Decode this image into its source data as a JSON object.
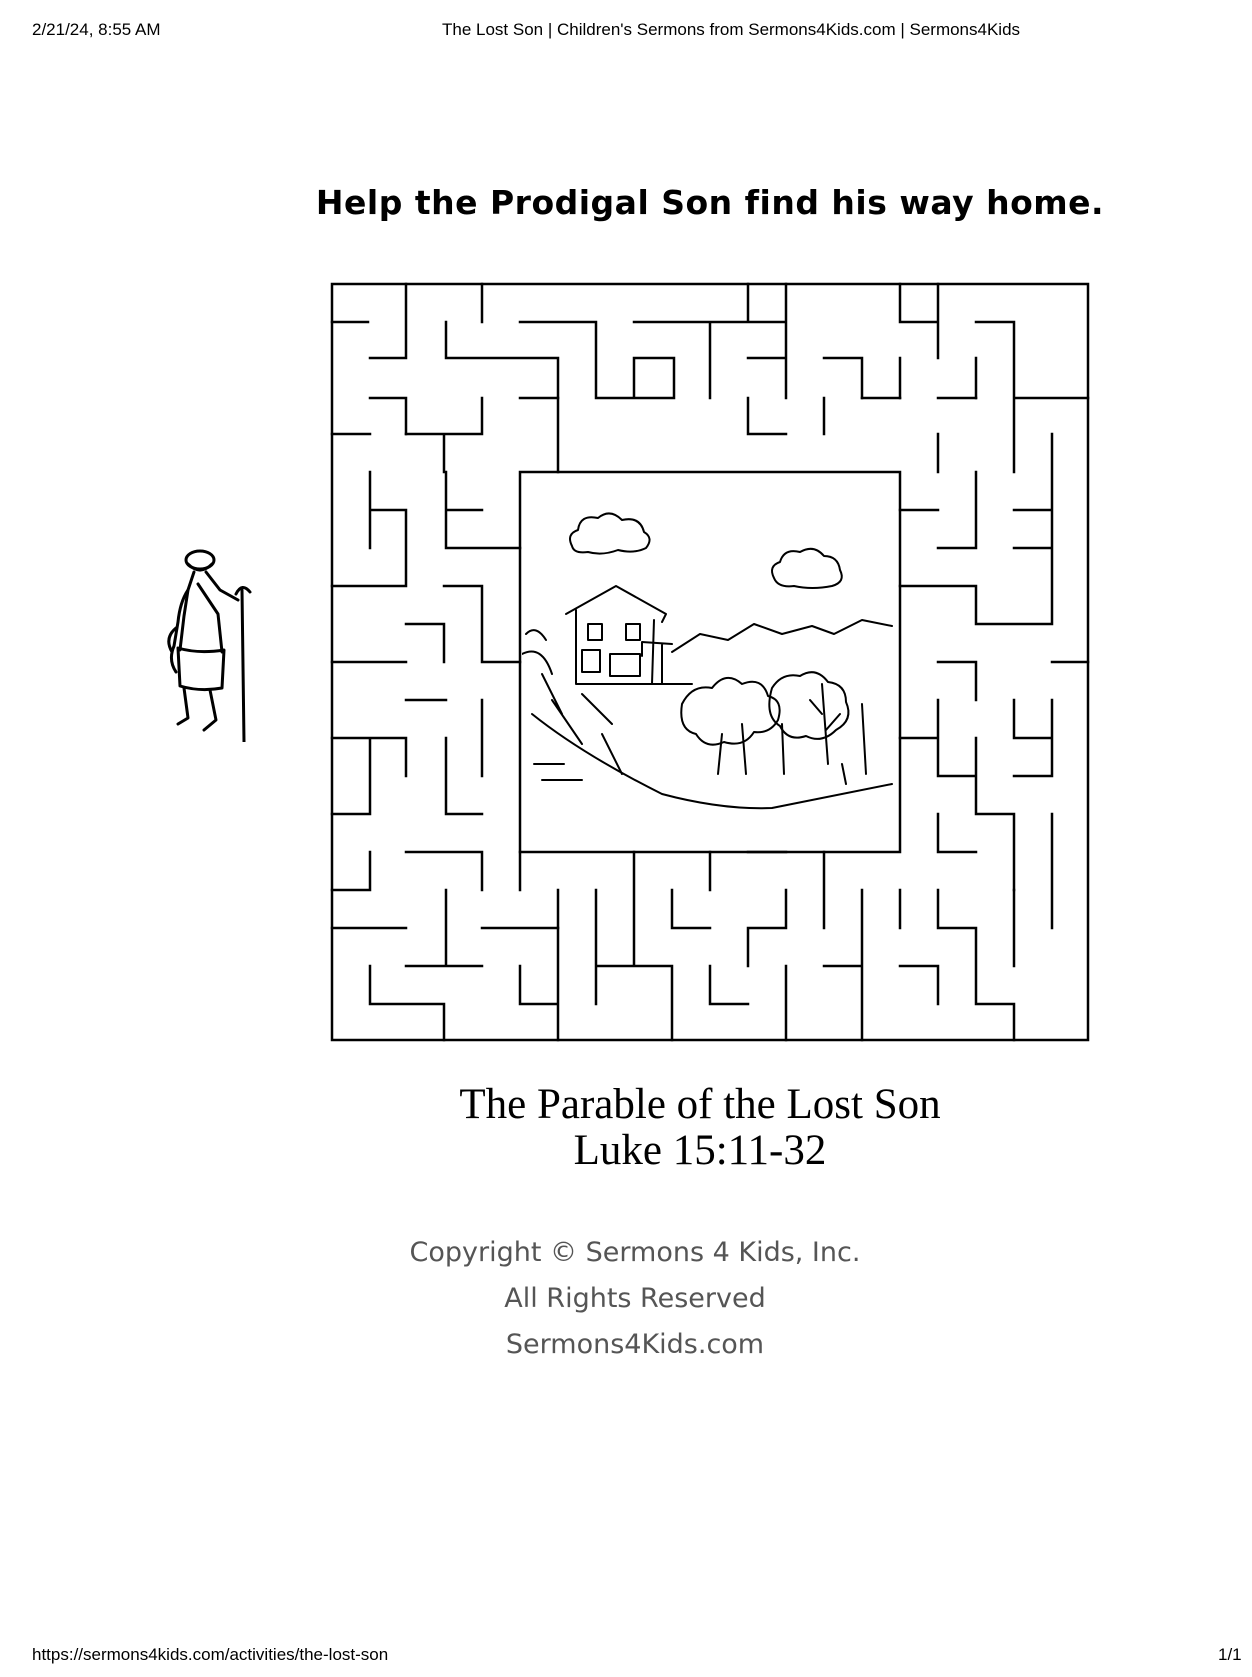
{
  "print_header": {
    "datetime": "2/21/24, 8:55 AM",
    "title": "The Lost Son | Children's Sermons from Sermons4Kids.com | Sermons4Kids"
  },
  "worksheet": {
    "instruction": "Help the Prodigal Son find his way home.",
    "scripture_title": "The Parable of the Lost Son",
    "scripture_ref": "Luke 15:11-32",
    "copyright": [
      "Copyright © Sermons 4 Kids, Inc.",
      "All Rights Reserved",
      "Sermons4Kids.com"
    ],
    "icons": [
      "prodigal-son-figure",
      "home-landscape-picture",
      "maze"
    ]
  },
  "print_footer": {
    "url": "https://sermons4kids.com/activities/the-lost-son",
    "page": "1/1"
  }
}
